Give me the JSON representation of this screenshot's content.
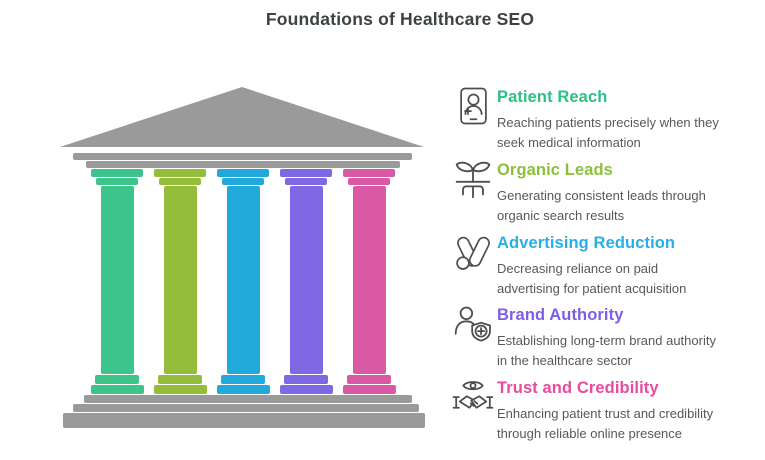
{
  "title": "Foundations of Healthcare SEO",
  "colors": {
    "temple_gray": "#9a9a9a",
    "title_text": "#3d4245",
    "description_text": "#55595c",
    "icon_stroke": "#4d4d4d"
  },
  "temple": {
    "pillar_colors": [
      "#3dc48b",
      "#95bd3c",
      "#22a9db",
      "#7f68e4",
      "#da59a4"
    ]
  },
  "items": [
    {
      "title": "Patient Reach",
      "description": "Reaching patients precisely when they\nseek medical information",
      "color": "#2bc284",
      "icon": "patient-card-icon"
    },
    {
      "title": "Organic Leads",
      "description": "Generating consistent leads through\norganic search results",
      "color": "#8dc03a",
      "icon": "sprout-roots-icon"
    },
    {
      "title": "Advertising Reduction",
      "description": "Decreasing reliance on paid\nadvertising for patient acquisition",
      "color": "#29aee6",
      "icon": "ads-icon"
    },
    {
      "title": "Brand Authority",
      "description": "Establishing long-term brand authority\nin the healthcare sector",
      "color": "#7d5fe5",
      "icon": "person-shield-icon"
    },
    {
      "title": "Trust and Credibility",
      "description": "Enhancing patient trust and credibility\nthrough reliable online presence",
      "color": "#e84a9f",
      "icon": "eye-handshake-icon"
    }
  ]
}
